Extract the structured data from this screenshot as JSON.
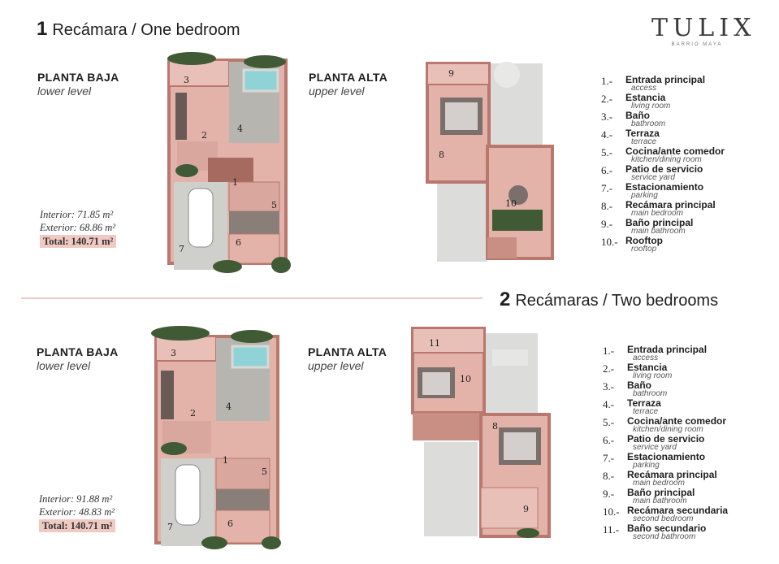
{
  "brand": {
    "mark": "TULIX",
    "sub": "BARRIO MAYA"
  },
  "sections": [
    {
      "num": "1",
      "title": "Recámara / One bedroom",
      "lower": {
        "es": "PLANTA BAJA",
        "en": "lower level"
      },
      "upper": {
        "es": "PLANTA ALTA",
        "en": "upper level"
      },
      "areas": {
        "interior": "Interior: 71.85 m²",
        "exterior": "Exterior: 68.86 m²",
        "total": "Total: 140.71 m²"
      },
      "legend": [
        {
          "n": "1.-",
          "es": "Entrada principal",
          "en": "access"
        },
        {
          "n": "2.-",
          "es": "Estancia",
          "en": "living room"
        },
        {
          "n": "3.-",
          "es": "Baño",
          "en": "bathroom"
        },
        {
          "n": "4.-",
          "es": "Terraza",
          "en": "terrace"
        },
        {
          "n": "5.-",
          "es": "Cocina/ante comedor",
          "en": "kitchen/dining room"
        },
        {
          "n": "6.-",
          "es": "Patio de servicio",
          "en": "service yard"
        },
        {
          "n": "7.-",
          "es": "Estacionamiento",
          "en": "parking"
        },
        {
          "n": "8.-",
          "es": "Recámara principal",
          "en": "main bedroom"
        },
        {
          "n": "9.-",
          "es": "Baño principal",
          "en": "main bathroom"
        },
        {
          "n": "10.-",
          "es": "Rooftop",
          "en": "rooftop"
        }
      ],
      "lower_rooms": [
        "1",
        "2",
        "3",
        "4",
        "5",
        "6",
        "7"
      ],
      "upper_rooms": [
        "8",
        "9",
        "10"
      ]
    },
    {
      "num": "2",
      "title": "Recámaras / Two bedrooms",
      "lower": {
        "es": "PLANTA BAJA",
        "en": "lower level"
      },
      "upper": {
        "es": "PLANTA ALTA",
        "en": "upper level"
      },
      "areas": {
        "interior": "Interior: 91.88 m²",
        "exterior": "Exterior: 48.83 m²",
        "total": "Total: 140.71 m²"
      },
      "legend": [
        {
          "n": "1.-",
          "es": "Entrada principal",
          "en": "access"
        },
        {
          "n": "2.-",
          "es": "Estancia",
          "en": "living room"
        },
        {
          "n": "3.-",
          "es": "Baño",
          "en": "bathroom"
        },
        {
          "n": "4.-",
          "es": "Terraza",
          "en": "terrace"
        },
        {
          "n": "5.-",
          "es": "Cocina/ante comedor",
          "en": "kitchen/dining room"
        },
        {
          "n": "6.-",
          "es": "Patio de servicio",
          "en": "service yard"
        },
        {
          "n": "7.-",
          "es": "Estacionamiento",
          "en": "parking"
        },
        {
          "n": "8.-",
          "es": "Recámara principal",
          "en": "main bedroom"
        },
        {
          "n": "9.-",
          "es": "Baño principal",
          "en": "main bathroom"
        },
        {
          "n": "10.-",
          "es": "Recámara secundaria",
          "en": "second bedroom"
        },
        {
          "n": "11.-",
          "es": "Baño secundario",
          "en": "second bathroom"
        }
      ],
      "lower_rooms": [
        "1",
        "2",
        "3",
        "4",
        "5",
        "6",
        "7"
      ],
      "upper_rooms": [
        "8",
        "9",
        "10",
        "11"
      ]
    }
  ],
  "colors": {
    "wall": "#c98e84",
    "floor": "#e3b3aa",
    "floor_dark": "#b9776e",
    "pool": "#8fd3d6",
    "plants": "#3f5a34",
    "paving": "#cfcfcc",
    "accent": "#f1c9c3"
  }
}
